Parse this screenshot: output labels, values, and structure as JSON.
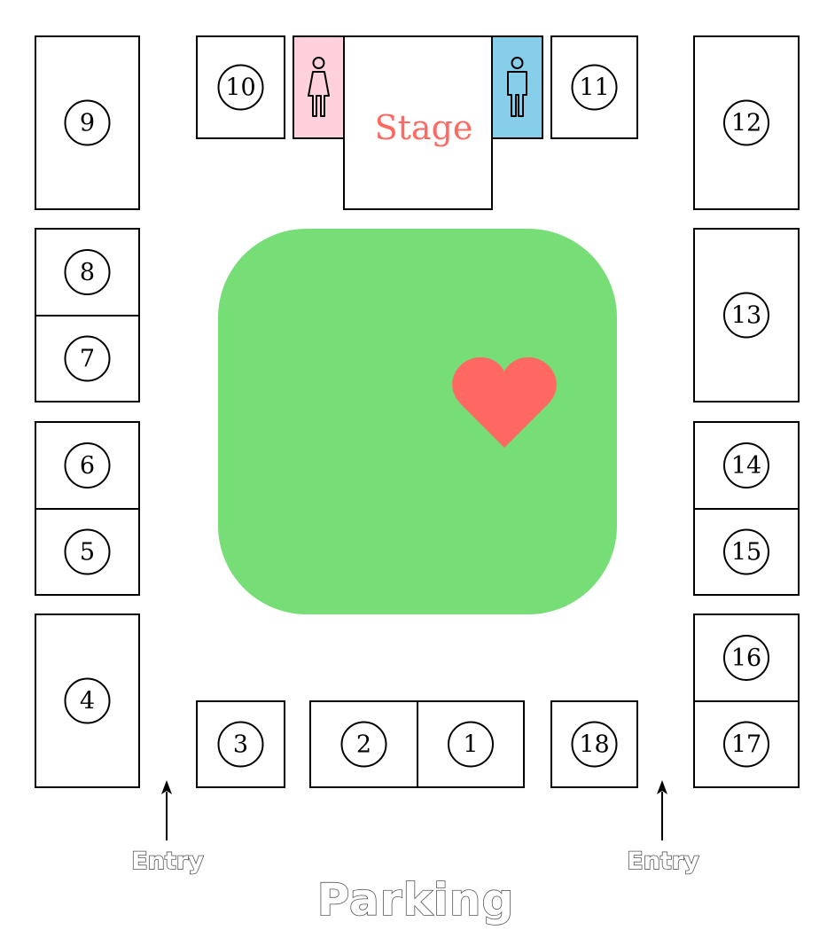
{
  "stage": {
    "label": "Stage"
  },
  "colors": {
    "lawn": "#77dd77",
    "heart": "#ff6961",
    "restroom_women": "#ffd1dc",
    "restroom_men": "#87ceeb",
    "stage_text": "#ff6961"
  },
  "booths": [
    {
      "id": "booth-1",
      "label": "1"
    },
    {
      "id": "booth-2",
      "label": "2"
    },
    {
      "id": "booth-3",
      "label": "3"
    },
    {
      "id": "booth-4",
      "label": "4"
    },
    {
      "id": "booth-5",
      "label": "5"
    },
    {
      "id": "booth-6",
      "label": "6"
    },
    {
      "id": "booth-7",
      "label": "7"
    },
    {
      "id": "booth-8",
      "label": "8"
    },
    {
      "id": "booth-9",
      "label": "9"
    },
    {
      "id": "booth-10",
      "label": "10"
    },
    {
      "id": "booth-11",
      "label": "11"
    },
    {
      "id": "booth-12",
      "label": "12"
    },
    {
      "id": "booth-13",
      "label": "13"
    },
    {
      "id": "booth-14",
      "label": "14"
    },
    {
      "id": "booth-15",
      "label": "15"
    },
    {
      "id": "booth-16",
      "label": "16"
    },
    {
      "id": "booth-17",
      "label": "17"
    },
    {
      "id": "booth-18",
      "label": "18"
    }
  ],
  "restrooms": [
    {
      "id": "women",
      "icon": "woman-icon"
    },
    {
      "id": "men",
      "icon": "man-icon"
    }
  ],
  "entries": [
    {
      "id": "entry-left",
      "label": "Entry"
    },
    {
      "id": "entry-right",
      "label": "Entry"
    }
  ],
  "parking": {
    "label": "Parking"
  }
}
